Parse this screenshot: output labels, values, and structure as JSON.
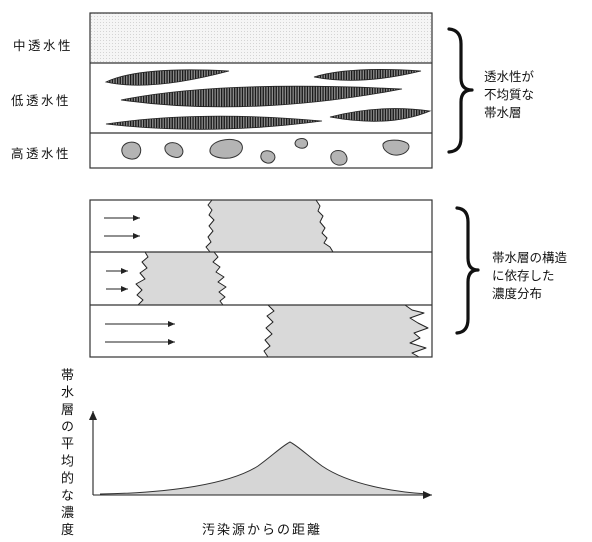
{
  "top_panel": {
    "layer_labels": [
      "中透水性",
      "低透水性",
      "高透水性"
    ],
    "brace_label": [
      "透水性が",
      "不均質な",
      "帯水層"
    ]
  },
  "middle_panel": {
    "brace_label": [
      "帯水層の構造",
      "に依存した",
      "濃度分布"
    ]
  },
  "graph": {
    "y_label": "帯水層の平均的な濃度",
    "x_label": "汚染源からの距離"
  }
}
